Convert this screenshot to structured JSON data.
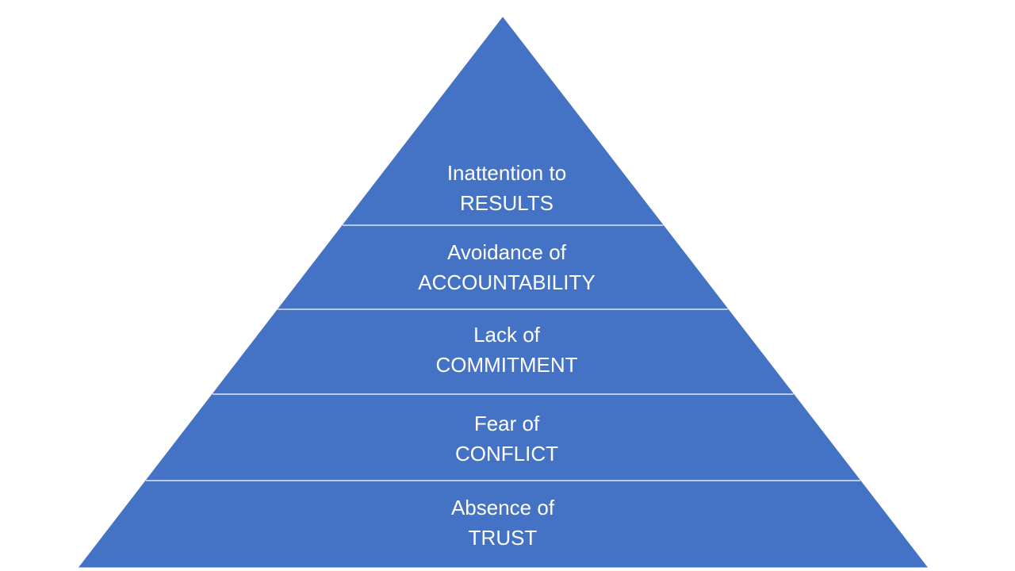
{
  "pyramid": {
    "fill_color": "#4472C4",
    "divider_color": "#ffffff",
    "background_color": "#ffffff",
    "tiers": [
      {
        "line1": "Inattention to",
        "line2": "RESULTS"
      },
      {
        "line1": "Avoidance of",
        "line2": "ACCOUNTABILITY"
      },
      {
        "line1": "Lack of",
        "line2": "COMMITMENT"
      },
      {
        "line1": "Fear of",
        "line2": "CONFLICT"
      },
      {
        "line1": "Absence of",
        "line2": "TRUST"
      }
    ]
  }
}
